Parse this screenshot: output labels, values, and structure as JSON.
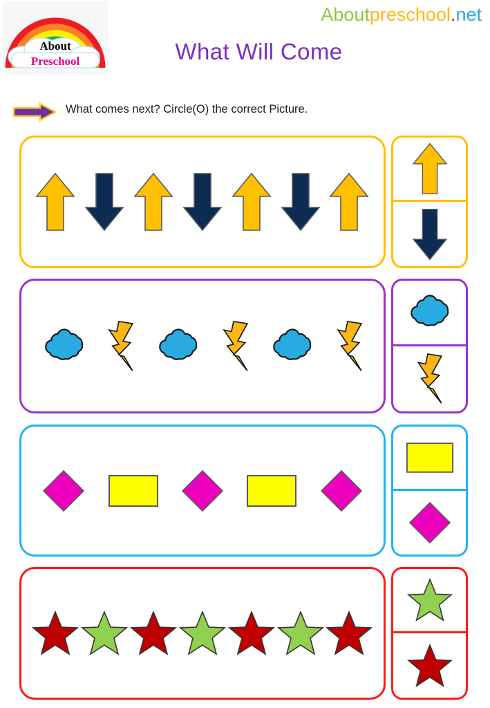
{
  "header": {
    "logo": {
      "name": "about-preschool-logo",
      "line1": "About",
      "line2": "Preschool",
      "line1_color": "#000000",
      "line2_color": "#EC008C"
    },
    "site_name": {
      "part1": "About",
      "part1_color": "#8CC63F",
      "part2": "preschool",
      "part2_color": "#FDB813",
      "part3": ".",
      "part3_color": "#E3000F",
      "part4": "net",
      "part4_color": "#29ABE2"
    },
    "title": "What Will Come",
    "title_color": "#7B2FBE"
  },
  "instruction": {
    "arrow_icon": "right-arrow-icon",
    "arrow_fill": "#7030A0",
    "arrow_stroke": "#FFD320",
    "text": "What comes next? Circle(O) the correct Picture."
  },
  "problems": [
    {
      "id": "problem-1",
      "border_color": "#FFC000",
      "sequence": [
        "arrow-up-gold",
        "arrow-down-navy",
        "arrow-up-gold",
        "arrow-down-navy",
        "arrow-up-gold",
        "arrow-down-navy",
        "arrow-up-gold"
      ],
      "options": [
        "arrow-up-gold",
        "arrow-down-navy"
      ],
      "count": 7
    },
    {
      "id": "problem-2",
      "border_color": "#9933CC",
      "sequence": [
        "cloud-blue",
        "lightning-gold",
        "cloud-blue",
        "lightning-gold",
        "cloud-blue",
        "lightning-gold"
      ],
      "options": [
        "cloud-blue",
        "lightning-gold"
      ],
      "count": 6
    },
    {
      "id": "problem-3",
      "border_color": "#1EB5F0",
      "sequence": [
        "diamond-magenta",
        "rectangle-yellow",
        "diamond-magenta",
        "rectangle-yellow",
        "diamond-magenta"
      ],
      "options": [
        "rectangle-yellow",
        "diamond-magenta"
      ],
      "count": 5
    },
    {
      "id": "problem-4",
      "border_color": "#FF1A1A",
      "sequence": [
        "star-red",
        "star-green",
        "star-red",
        "star-green",
        "star-red",
        "star-green",
        "star-red"
      ],
      "options": [
        "star-green",
        "star-red"
      ],
      "count": 7
    }
  ],
  "palette": {
    "gold": "#FFC000",
    "navy": "#0D2C54",
    "sky_blue": "#29ABE2",
    "lightning_gold": "#FFB612",
    "magenta": "#EC00BE",
    "yellow": "#FFFF00",
    "star_red": "#C00000",
    "star_green": "#92D050",
    "shape_outline": "#595959"
  }
}
